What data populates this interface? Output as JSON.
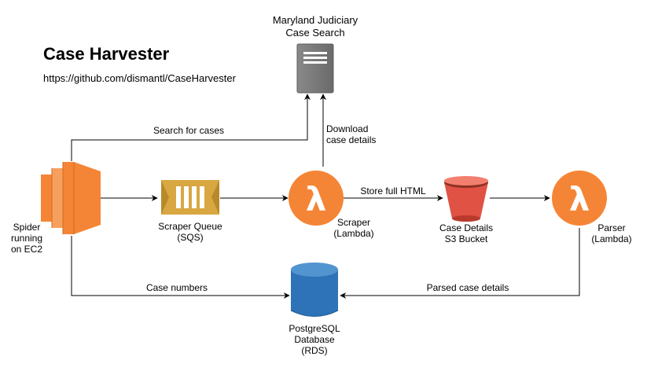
{
  "header": {
    "title": "Case Harvester",
    "url": "https://github.com/dismantl/CaseHarvester"
  },
  "nodes": {
    "search_server": {
      "line1": "Maryland Judiciary",
      "line2": "Case Search",
      "icon": "server-icon"
    },
    "spider": {
      "line1": "Spider",
      "line2": "running",
      "line3": "on EC2",
      "icon": "ec2-icon"
    },
    "queue": {
      "line1": "Scraper Queue",
      "line2": "(SQS)",
      "icon": "sqs-queue-icon"
    },
    "scraper": {
      "line1": "Scraper",
      "line2": "(Lambda)",
      "icon": "lambda-icon"
    },
    "bucket": {
      "line1": "Case Details",
      "line2": "S3 Bucket",
      "icon": "s3-bucket-icon"
    },
    "parser": {
      "line1": "Parser",
      "line2": "(Lambda)",
      "icon": "lambda-icon"
    },
    "database": {
      "line1": "PostgreSQL",
      "line2": "Database",
      "line3": "(RDS)",
      "icon": "database-icon"
    }
  },
  "edges": {
    "search": "Search for cases",
    "download_1": "Download",
    "download_2": "case details",
    "store": "Store full HTML",
    "case_numbers": "Case numbers",
    "parsed": "Parsed case details"
  },
  "colors": {
    "aws_orange": "#F58536",
    "sqs_yellow": "#D9A741",
    "s3_red": "#E05243",
    "rds_blue": "#2E73B8",
    "server_gray": "#7D7C7C"
  }
}
